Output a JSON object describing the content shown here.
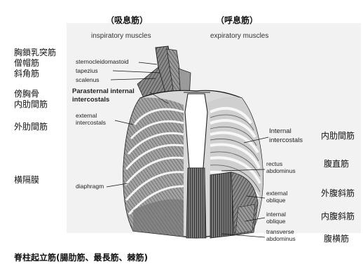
{
  "headers": {
    "inspiratory_jp": "（吸息筋）",
    "expiratory_jp": "（呼息筋）",
    "inspiratory_en": "inspiratory muscles",
    "expiratory_en": "expiratory muscles"
  },
  "left_jp_labels": {
    "scm": "胸鎖乳突筋",
    "trapezius": "僧帽筋",
    "scalene": "斜角筋",
    "parasternal": "傍胸骨",
    "internal_ic": "内肋間筋",
    "external_ic": "外肋間筋",
    "diaphragm": "横隔膜"
  },
  "inspiratory_en_labels": {
    "scm": "sternocleidomastoid",
    "trapezius": "tapezius",
    "scalenus": "scalenus",
    "parasternal_1": "Parasternal internal",
    "parasternal_2": "intercostals",
    "external_1": "external",
    "external_2": "intercostals",
    "diaphragm": "diaphragm"
  },
  "expiratory_en_labels": {
    "internal_1": "Internal",
    "internal_2": "intercostals",
    "rectus_1": "rectus",
    "rectus_2": "abdominus",
    "ext_obl_1": "external",
    "ext_obl_2": "oblique",
    "int_obl_1": "internal",
    "int_obl_2": "oblique",
    "transverse_1": "transverse",
    "transverse_2": "abdominus"
  },
  "right_jp_labels": {
    "internal_ic": "内肋間筋",
    "rectus": "腹直筋",
    "ext_obl": "外腹斜筋",
    "int_obl": "内腹斜筋",
    "transverse": "腹横筋"
  },
  "footer": {
    "erector": "脊柱起立筋(腸肋筋、最長筋、棘筋)"
  }
}
